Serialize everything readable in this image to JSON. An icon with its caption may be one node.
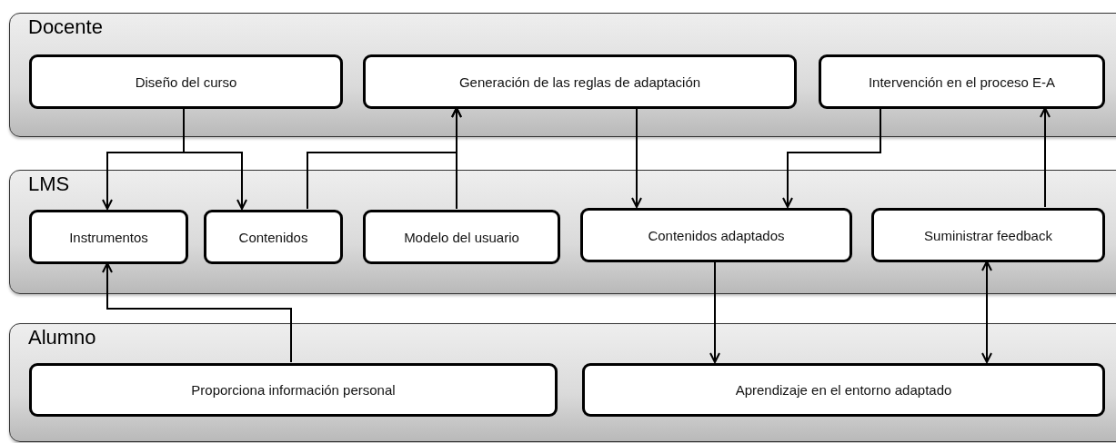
{
  "diagram": {
    "nodes": [
      {
        "text": [
          "Docente"
        ]
      },
      {
        "text": [
          "Diseño del curso"
        ],
        "in": 0
      },
      {
        "text": [
          "Generación de las reglas de adaptación"
        ],
        "in": 0
      },
      {
        "text": [
          "Intervención en el proceso E-A"
        ],
        "in": 0
      },
      {
        "text": [
          "LMS"
        ]
      },
      {
        "text": [
          "Instrumentos"
        ],
        "in": 4
      },
      {
        "text": [
          "Contenidos"
        ],
        "in": 4
      },
      {
        "text": [
          "Modelo del usuario"
        ],
        "in": 4
      },
      {
        "text": [
          "Contenidos adaptados"
        ],
        "in": 4
      },
      {
        "text": [
          "Suministrar feedback"
        ],
        "in": 4
      },
      {
        "text": [
          "Alumno"
        ]
      },
      {
        "text": [
          "Proporciona información personal"
        ],
        "in": 10
      },
      {
        "text": [
          "Aprendizaje en el entorno adaptado"
        ],
        "in": 10
      }
    ],
    "edges": [
      {
        "from": 1,
        "to": 5,
        "arrow": "to"
      },
      {
        "from": 1,
        "to": 6,
        "arrow": "to"
      },
      {
        "from": 6,
        "to": 2,
        "arrow": "to"
      },
      {
        "from": 7,
        "to": 2,
        "arrow": "to"
      },
      {
        "from": 2,
        "to": 8,
        "arrow": "to"
      },
      {
        "from": 3,
        "to": 8,
        "arrow": "to"
      },
      {
        "from": 9,
        "to": 3,
        "arrow": "to"
      },
      {
        "from": 8,
        "to": 12,
        "arrow": "to"
      },
      {
        "from": 9,
        "to": 12,
        "arrow": "both"
      },
      {
        "from": 11,
        "to": 5,
        "arrow": "to"
      }
    ]
  }
}
